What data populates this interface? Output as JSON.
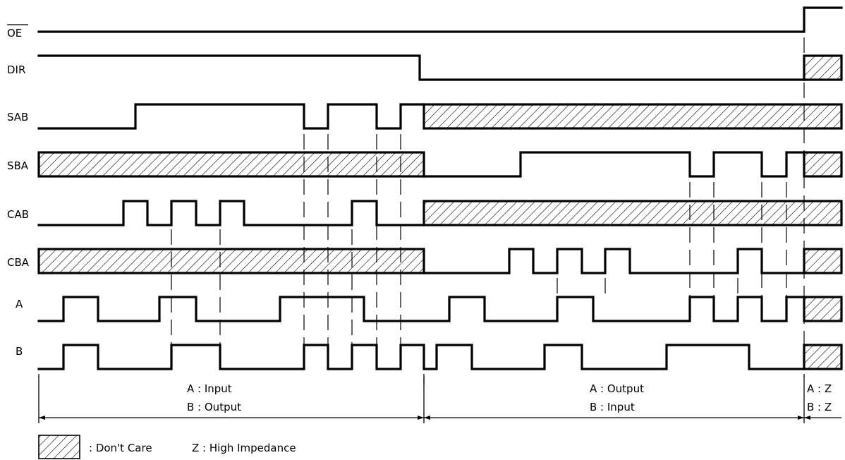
{
  "signals": [
    {
      "id": "oe",
      "name": "OE",
      "overline": true
    },
    {
      "id": "dir",
      "name": "DIR"
    },
    {
      "id": "sab",
      "name": "SAB"
    },
    {
      "id": "sba",
      "name": "SBA"
    },
    {
      "id": "cab",
      "name": "CAB"
    },
    {
      "id": "cba",
      "name": "CBA"
    },
    {
      "id": "a",
      "name": "A"
    },
    {
      "id": "b",
      "name": "B"
    }
  ],
  "ranges": [
    {
      "line1": "A : Input",
      "line2": "B : Output"
    },
    {
      "line1": "A : Output",
      "line2": "B : Input"
    },
    {
      "line1": "A : Z",
      "line2": "B : Z"
    }
  ],
  "legend": {
    "dont_care": ": Don't Care",
    "high_impedance": "Z : High Impedance"
  },
  "colors": {
    "ink": "#000000",
    "background": "#ffffff"
  }
}
